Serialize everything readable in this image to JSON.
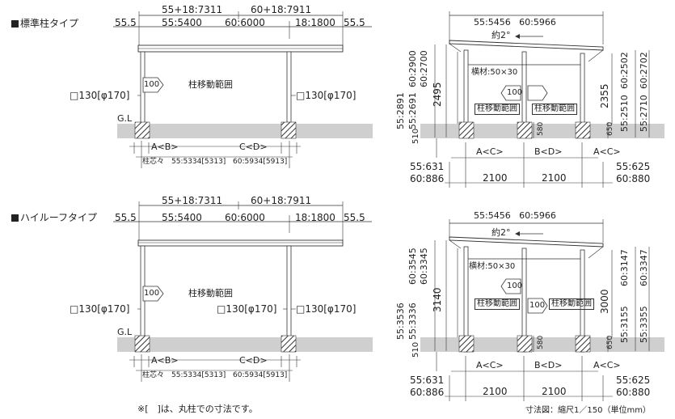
{
  "sections": [
    {
      "title": "標準柱タイプ",
      "top": {
        "left": "55+18:7311",
        "right": "60+18:7911"
      },
      "mid": {
        "edge_l": "55.5",
        "a": "55:5400",
        "b": "60:6000",
        "c": "18:1800",
        "edge_r": "55.5"
      },
      "move_label": "柱移動範囲",
      "move_arrow": "100",
      "post_left": "□130[φ170]",
      "post_mid": "",
      "post_right": "□130[φ170]",
      "gl": "G.L",
      "ab": "A<B>",
      "cd": "C<D>",
      "pitch_label": "柱芯々",
      "pitch_a": "55:5334[5313]",
      "pitch_b": "60:5934[5913]"
    },
    {
      "title": "ハイルーフタイプ",
      "top": {
        "left": "55+18:7311",
        "right": "60+18:7911"
      },
      "mid": {
        "edge_l": "55.5",
        "a": "55:5400",
        "b": "60:6000",
        "c": "18:1800",
        "edge_r": "55.5"
      },
      "move_label": "柱移動範囲",
      "move_arrow": "100",
      "post_left": "□130[φ170]",
      "post_mid": "□130[φ170]",
      "post_right": "□130[φ170]",
      "gl": "G.L",
      "ab": "A<B>",
      "cd": "C<D>",
      "pitch_label": "柱芯々",
      "pitch_a": "55:5334[5313]",
      "pitch_b": "60:5934[5913]"
    }
  ],
  "side": [
    {
      "top_w": "55:5456   60:5966",
      "slope": "約2°",
      "left_h1": "60:2900",
      "left_h2": "60:2700",
      "left_h3": "55:2891",
      "left_h4": "55:2691",
      "clear_l": "2495",
      "beam": "横材:50×30",
      "move_arrow": "100",
      "move1": "柱移動範囲",
      "move2": "柱移動範囲",
      "clear_r": "2355",
      "right_h1": "60:2502",
      "right_h2": "60:2702",
      "right_h3": "55:2510",
      "right_h4": "55:2710",
      "depth_l": "510",
      "depth_m": "580",
      "depth_r": "650",
      "ac1": "A<C>",
      "bd": "B<D>",
      "ac2": "A<C>",
      "bl1": "55:631",
      "bl2": "60:886",
      "span1": "2100",
      "span2": "2100",
      "br1": "55:625",
      "br2": "60:880"
    },
    {
      "top_w": "55:5456   60:5966",
      "slope": "約2°",
      "left_h1": "60:3545",
      "left_h2": "60:3345",
      "left_h3": "55:3536",
      "left_h4": "55:3336",
      "clear_l": "3140",
      "beam": "横材:50×30",
      "move_arrow": "100",
      "move1": "柱移動範囲",
      "move2": "柱移動範囲",
      "clear_r": "3000",
      "right_h1": "60:3147",
      "right_h2": "60:3347",
      "right_h3": "55:3155",
      "right_h4": "55:3355",
      "depth_l": "510",
      "depth_m": "580",
      "depth_r": "650",
      "ac1": "A<C>",
      "bd": "B<D>",
      "ac2": "A<C>",
      "bl1": "55:631",
      "bl2": "60:886",
      "span1": "2100",
      "span2": "2100",
      "br1": "55:625",
      "br2": "60:880"
    }
  ],
  "footnote": "※[　]は、丸柱での寸法です。",
  "scale_note": "寸法図：縮尺1／150（単位mm）"
}
